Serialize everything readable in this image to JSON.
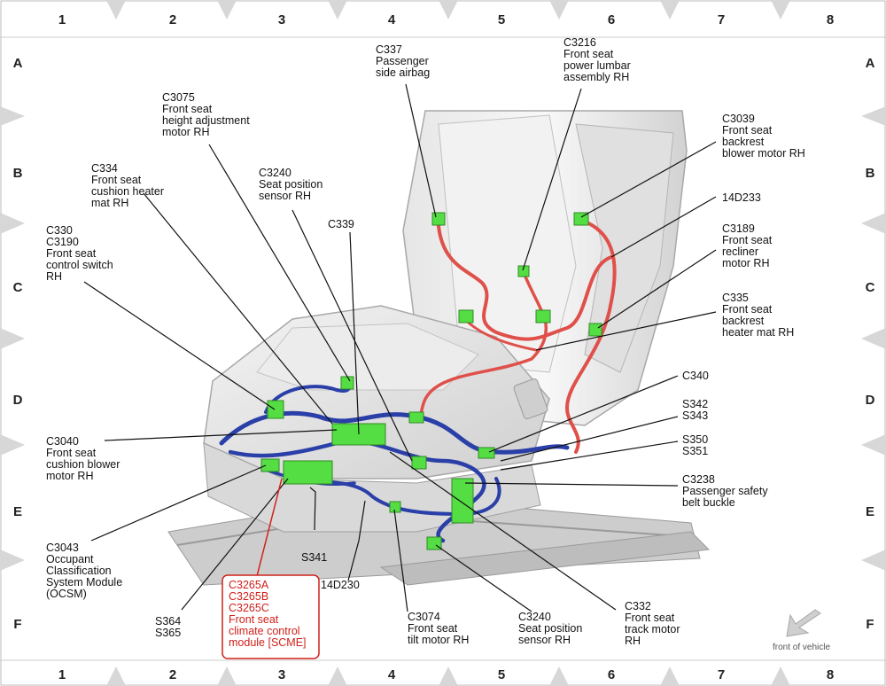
{
  "grid": {
    "columns": [
      "1",
      "2",
      "3",
      "4",
      "5",
      "6",
      "7",
      "8"
    ],
    "rows": [
      "A",
      "B",
      "C",
      "D",
      "E",
      "F"
    ]
  },
  "labels": {
    "c337": [
      "C337",
      "Passenger",
      "side airbag"
    ],
    "c3216": [
      "C3216",
      "Front seat",
      "power lumbar",
      "assembly RH"
    ],
    "c3075": [
      "C3075",
      "Front seat",
      "height adjustment",
      "motor RH"
    ],
    "c3039": [
      "C3039",
      "Front seat",
      "backrest",
      "blower motor RH"
    ],
    "c334": [
      "C334",
      "Front seat",
      "cushion heater",
      "mat RH"
    ],
    "c3240a": [
      "C3240",
      "Seat position",
      "sensor RH"
    ],
    "c339": [
      "C339"
    ],
    "d14d233": [
      "14D233"
    ],
    "c330": [
      "C330",
      "C3190",
      "Front seat",
      "control switch",
      "RH"
    ],
    "c3189": [
      "C3189",
      "Front seat",
      "recliner",
      "motor RH"
    ],
    "c335": [
      "C335",
      "Front seat",
      "backrest",
      "heater mat RH"
    ],
    "c340": [
      "C340"
    ],
    "s342": [
      "S342",
      "S343"
    ],
    "c3040": [
      "C3040",
      "Front seat",
      "cushion blower",
      "motor RH"
    ],
    "s350": [
      "S350",
      "S351"
    ],
    "c3238": [
      "C3238",
      "Passenger safety",
      "belt buckle"
    ],
    "c3043": [
      "C3043",
      "Occupant",
      "Classification",
      "System Module",
      "(OCSM)"
    ],
    "s341": [
      "S341"
    ],
    "d14d230": [
      "14D230"
    ],
    "s364": [
      "S364",
      "S365"
    ],
    "c3074": [
      "C3074",
      "Front seat",
      "tilt motor RH"
    ],
    "c3240b": [
      "C3240",
      "Seat position",
      "sensor RH"
    ],
    "c332": [
      "C332",
      "Front seat",
      "track motor",
      "RH"
    ],
    "c3265": [
      "C3265A",
      "C3265B",
      "C3265C",
      "Front seat",
      "climate control",
      "module [SCME]"
    ]
  },
  "front_of_vehicle": "front of vehicle",
  "colors": {
    "harness_blue": "#2a3fa8",
    "harness_red": "#e0504a",
    "connector_green": "#55dd44",
    "highlight_red": "#d0201a"
  }
}
